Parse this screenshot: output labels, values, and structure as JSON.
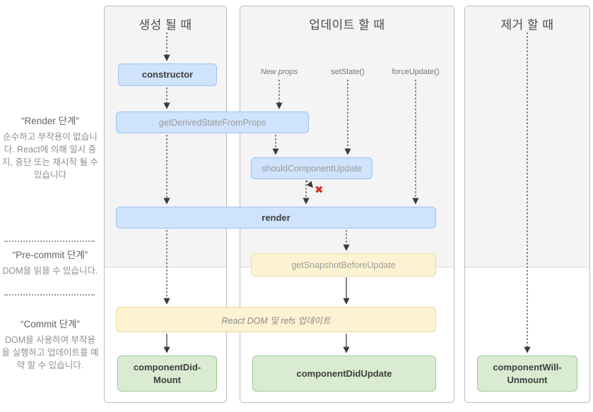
{
  "columns": [
    {
      "title": "생성 될 때"
    },
    {
      "title": "업데이트 할 때"
    },
    {
      "title": "제거 할 때"
    }
  ],
  "update_triggers": {
    "new_props": "New props",
    "set_state": "setState()",
    "force_update": "forceUpdate()"
  },
  "boxes": {
    "constructor": "constructor",
    "get_derived_state_from_props": "getDerivedStateFromProps",
    "should_component_update": "shouldComponentUpdate",
    "render": "render",
    "get_snapshot_before_update": "getSnapshotBeforeUpdate",
    "react_dom_update": "React DOM 및 refs 업데이트",
    "component_did_mount": "componentDid-\nMount",
    "component_did_update": "componentDidUpdate",
    "component_will_unmount": "componentWill-\nUnmount"
  },
  "phases": [
    {
      "title": "“Render 단계”",
      "body": "순수하고 부작용이 없습니다. React에 의해 일시 중지, 중단 또는 재시작 될 수 있습니다"
    },
    {
      "title": "“Pre-commit 단계”",
      "body": "DOM을 읽을 수 있습니다."
    },
    {
      "title": "“Commit 단계”",
      "body": "DOM을 사용하여 부작용을 실행하고 업데이트를 예약 할 수 있습니다."
    }
  ],
  "icons": {
    "cancel_x": "✖"
  },
  "colors": {
    "blue_fill": "#cfe3fc",
    "blue_border": "#9cc3f0",
    "yellow_fill": "#fdf3d2",
    "yellow_border": "#ecd9a0",
    "green_fill": "#d9ecd2",
    "green_border": "#9cc790",
    "panel_gray": "#f4f4f5",
    "cancel_red": "#cf3126"
  }
}
